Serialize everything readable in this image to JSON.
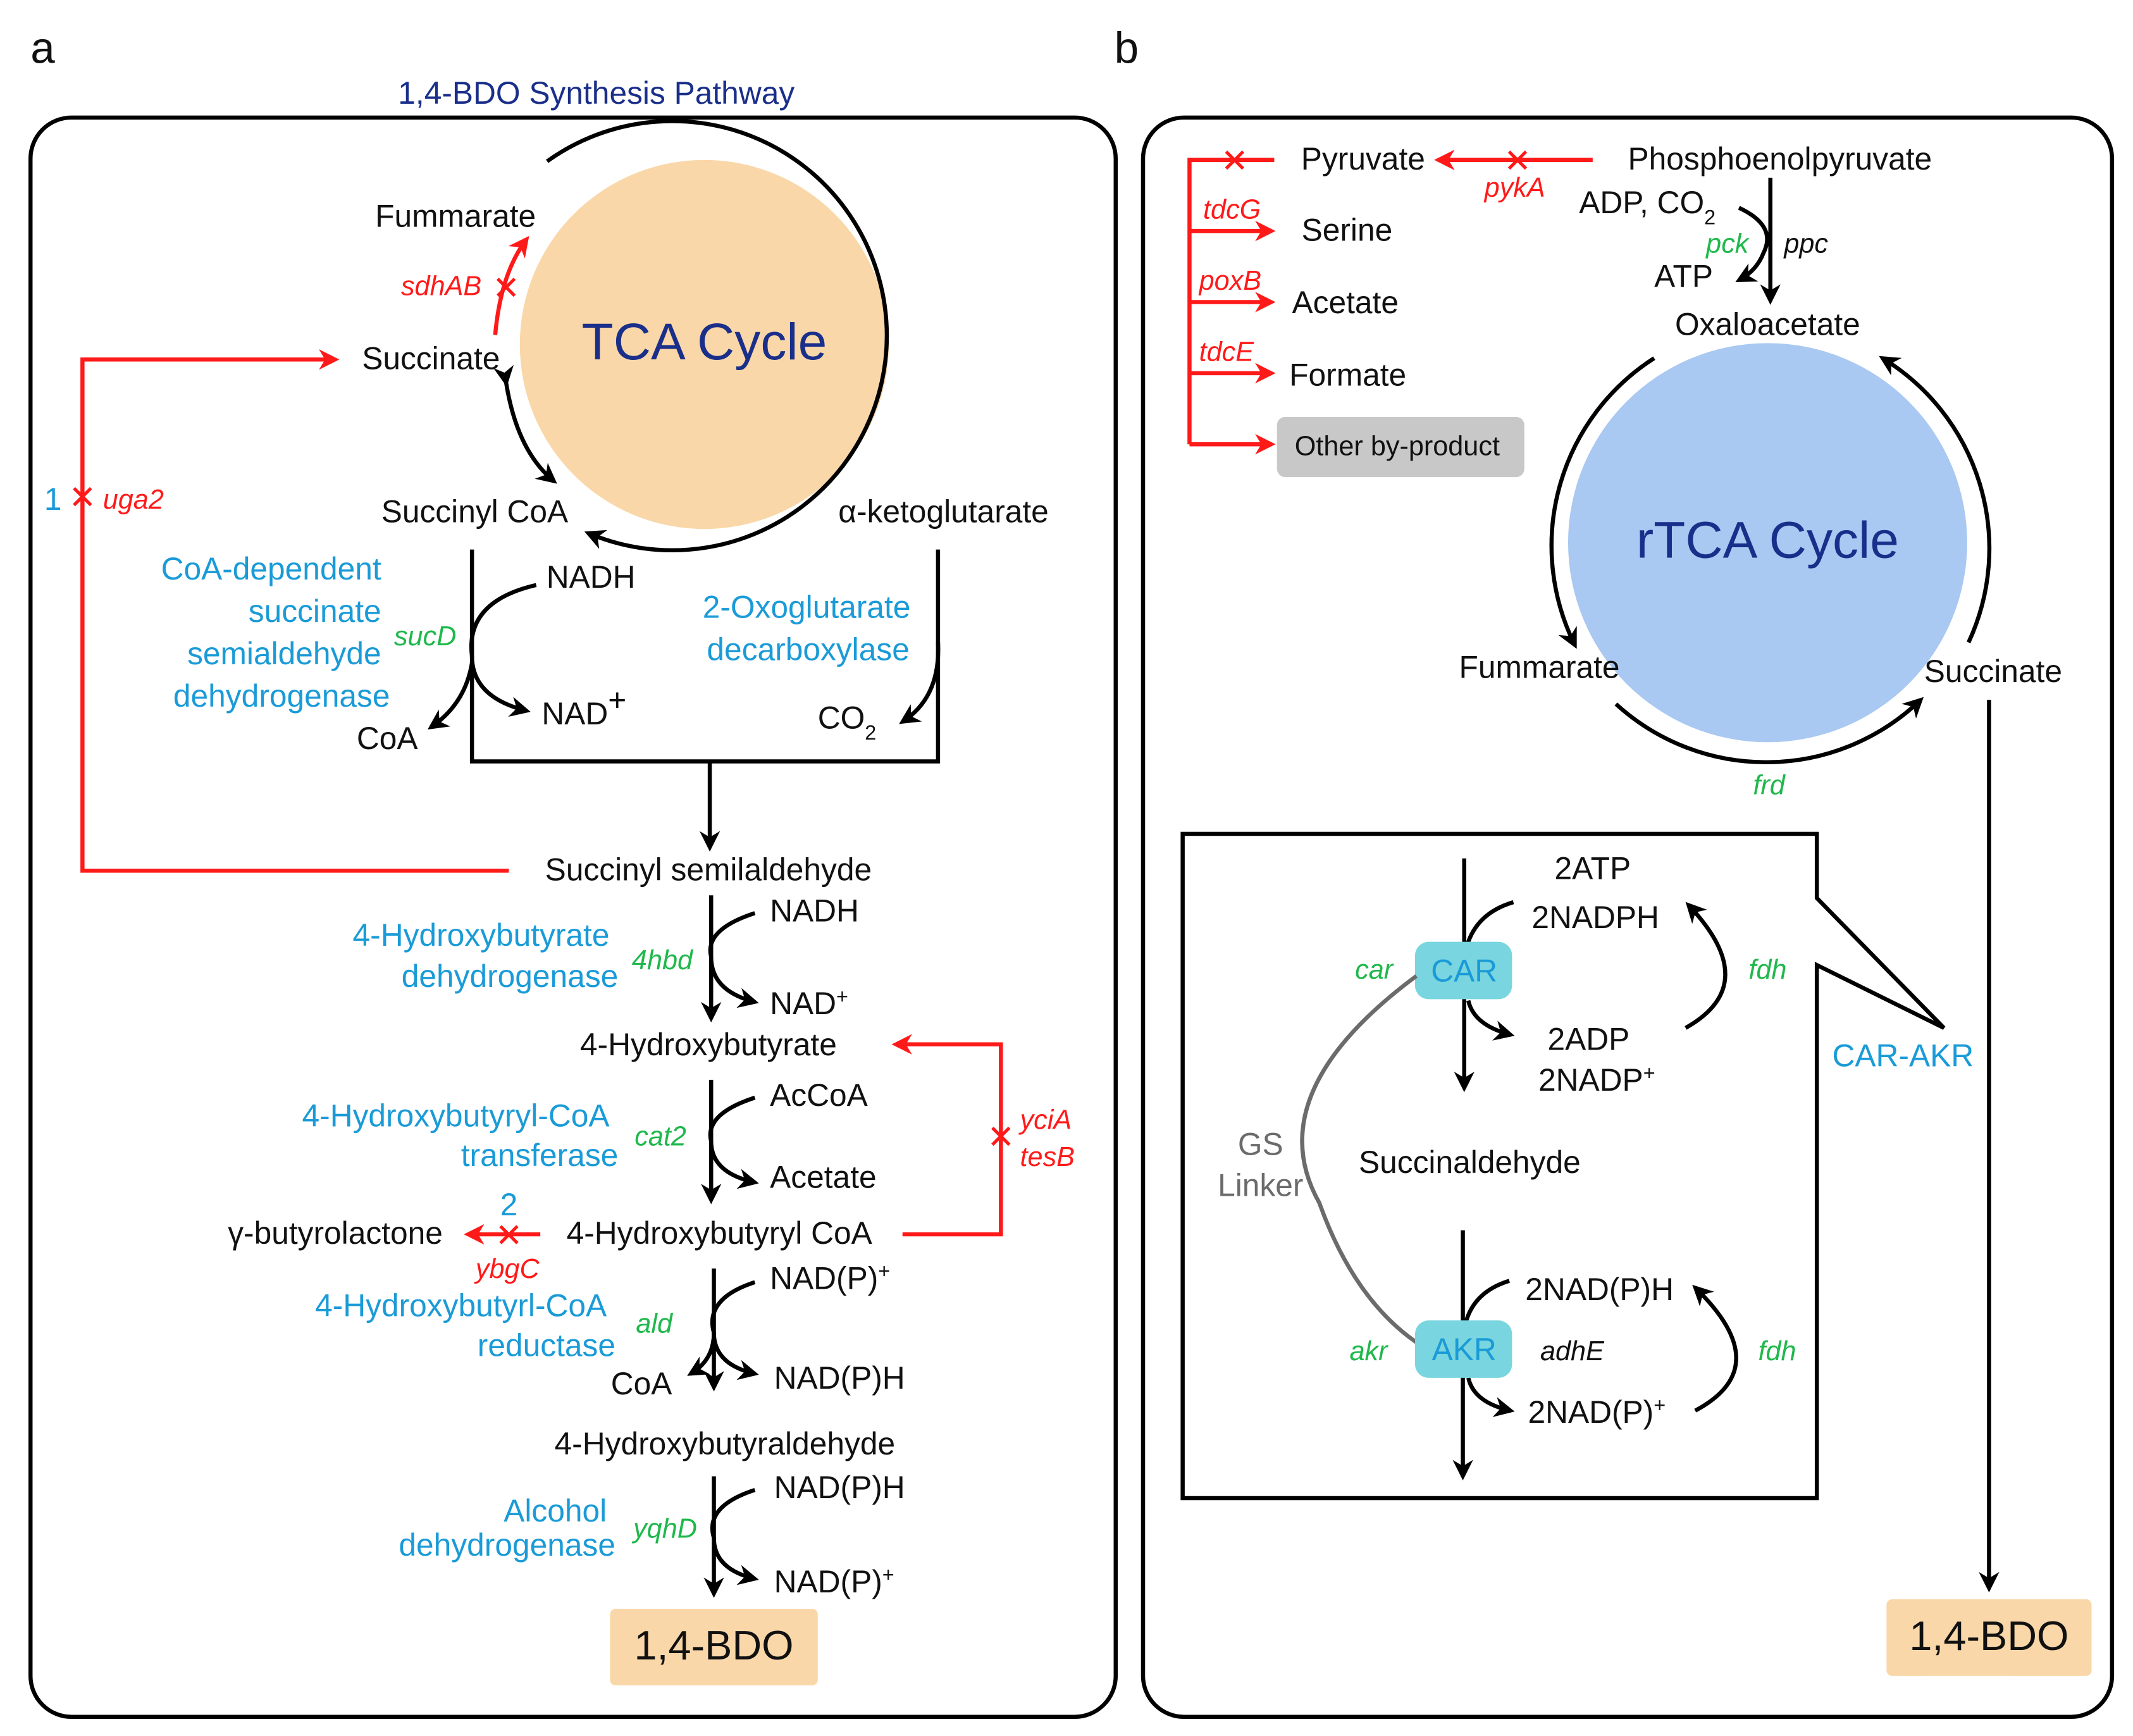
{
  "colors": {
    "tca_fill": "#fad7a8",
    "rtca_fill": "#a9c8f2",
    "enzyme_box": "#79d5df",
    "byproduct_box": "#c8c8c8",
    "knockout": "#ff1a1a",
    "enzyme_name": "#1a9bd7",
    "gene": "#1fb84c"
  },
  "panel_a": {
    "letter": "a",
    "title": "1,4-BDO Synthesis Pathway",
    "cycle": "TCA Cycle",
    "fummarate": "Fummarate",
    "succinate": "Succinate",
    "succinyl_coa": "Succinyl CoA",
    "akg": "α-ketoglutarate",
    "sdhab": "sdhAB",
    "uga2": "uga2",
    "num1": "1",
    "enzyme1": [
      "CoA-dependent",
      "succinate",
      "semialdehyde",
      "dehydrogenase"
    ],
    "sucd": "sucD",
    "nadh1": "NADH",
    "nad1": "NAD",
    "nad1_sup": "+",
    "coa1": "CoA",
    "co2": "CO",
    "co2_sub": "2",
    "enzyme2": [
      "2-Oxoglutarate",
      "decarboxylase"
    ],
    "ssa": "Succinyl semilaldehyde",
    "nadh2": "NADH",
    "enzyme3": [
      "4-Hydroxybutyrate",
      "dehydrogenase"
    ],
    "g4hbd": "4hbd",
    "nad2": "NAD",
    "nad2_sup": "+",
    "hb": "4-Hydroxybutyrate",
    "accoa": "AcCoA",
    "enzyme4": [
      "4-Hydroxybutyryl-CoA",
      "transferase"
    ],
    "cat2": "cat2",
    "acetate": "Acetate",
    "gbl": "γ-butyrolactone",
    "hbcoa": "4-Hydroxybutyryl CoA",
    "num2": "2",
    "ybgc": "ybgC",
    "ycia": "yciA",
    "tesb": "tesB",
    "nadp1": "NAD(P)",
    "nadp1_sup": "+",
    "enzyme5": [
      "4-Hydroxybutyrl-CoA",
      "reductase"
    ],
    "ald": "ald",
    "coa2": "CoA",
    "nadph1": "NAD(P)H",
    "hbald": "4-Hydroxybutyraldehyde",
    "nadph2": "NAD(P)H",
    "enzyme6": [
      "Alcohol",
      "dehydrogenase"
    ],
    "yqhd": "yqhD",
    "nadp2": "NAD(P)",
    "nadp2_sup": "+",
    "product": "1,4-BDO"
  },
  "panel_b": {
    "letter": "b",
    "pyruvate": "Pyruvate",
    "pep": "Phosphoenolpyruvate",
    "pyka": "pykA",
    "adp_co2": "ADP, CO",
    "adp_co2_sub": "2",
    "pck": "pck",
    "ppc": "ppc",
    "atp": "ATP",
    "oaa": "Oxaloacetate",
    "tdcg": "tdcG",
    "serine": "Serine",
    "poxb": "poxB",
    "acetate": "Acetate",
    "tdce": "tdcE",
    "formate": "Formate",
    "other": "Other by-product",
    "cycle": "rTCA Cycle",
    "fummarate": "Fummarate",
    "succinate": "Succinate",
    "frd": "frd",
    "inset": {
      "atp2": "2ATP",
      "nadph2": "2NADPH",
      "car_box": "CAR",
      "car": "car",
      "fdh1": "fdh",
      "adp2": "2ADP",
      "nadp2": "2NADP",
      "nadp2_sup": "+",
      "gs": "GS",
      "linker": "Linker",
      "succinaldehyde": "Succinaldehyde",
      "nadph_2": "2NAD(P)H",
      "akr_box": "AKR",
      "akr": "akr",
      "adhe": "adhE",
      "fdh2": "fdh",
      "nadp_2": "2NAD(P)",
      "nadp_2_sup": "+"
    },
    "callout": "CAR-AKR",
    "product": "1,4-BDO"
  }
}
